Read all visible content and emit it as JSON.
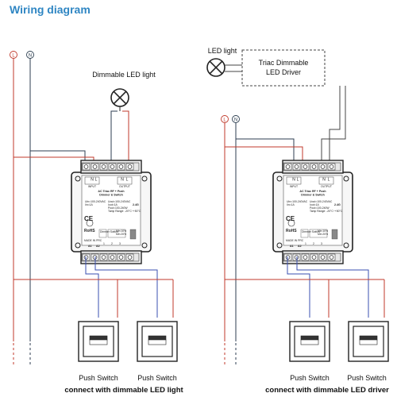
{
  "title": "Wiring diagram",
  "line_labels": {
    "live": "L",
    "neutral": "N"
  },
  "colors": {
    "title": "#2f86c3",
    "live_wire": "#c0392b",
    "neutral_wire": "#2c3e50",
    "switch_wire": "#3a4fb0",
    "driver_wire": "#444444"
  },
  "left": {
    "lamp_label": "Dimmable LED light",
    "caption": "connect with dimmable LED light"
  },
  "right": {
    "lamp_label": "LED light",
    "driver_line1": "Triac Dimmable",
    "driver_line2": "LED Driver",
    "caption": "connect with dimmable LED driver"
  },
  "switch_label": "Push Switch",
  "module": {
    "input_label": "INPUT",
    "output_label": "OUTPUT",
    "terminal_n": "N",
    "terminal_l": "L",
    "name_line1": "AC Triac RF + Push",
    "name_line2": "Dimmer & Switch",
    "spec_in_1": "Uin=100-240VAC",
    "spec_in_2": "Iin=1A",
    "spec_out_1": "Uout=100-240VAC",
    "spec_out_2": "Iout=1A",
    "spec_out_3": "Pout=100-240W",
    "spec_temp": "Tamp Range: -20°C~+50°C",
    "band": "2.4G",
    "ce": "CE",
    "rohs": "RoHS",
    "made_in": "MADE IN PRC",
    "a1": "A1",
    "a2": "A2",
    "dimmer_switch": "Dimmer Switch",
    "min_10": "Min 10%",
    "min_20": "Min 20%",
    "nums": [
      "1",
      "2",
      "3"
    ]
  }
}
